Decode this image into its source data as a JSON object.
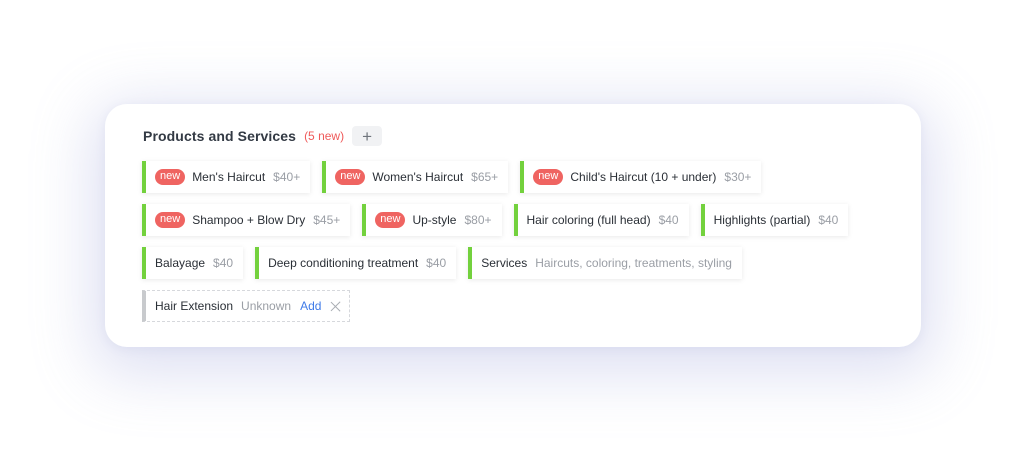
{
  "section": {
    "title": "Products and Services",
    "new_count": "(5 new)",
    "add_icon": "+"
  },
  "badge_label": "new",
  "accent_green": "#73d13d",
  "accent_red": "#ef6461",
  "link_blue": "#3f7be8",
  "items": [
    {
      "name": "Men's Haircut",
      "price": "$40+",
      "is_new": true
    },
    {
      "name": "Women's Haircut",
      "price": "$65+",
      "is_new": true
    },
    {
      "name": "Child's Haircut (10 + under)",
      "price": "$30+",
      "is_new": true
    },
    {
      "name": "Shampoo + Blow Dry",
      "price": "$45+",
      "is_new": true
    },
    {
      "name": "Up-style",
      "price": "$80+",
      "is_new": true
    },
    {
      "name": "Hair coloring (full head)",
      "price": "$40",
      "is_new": false
    },
    {
      "name": "Highlights (partial)",
      "price": "$40",
      "is_new": false
    },
    {
      "name": "Balayage",
      "price": "$40",
      "is_new": false
    },
    {
      "name": "Deep conditioning treatment",
      "price": "$40",
      "is_new": false
    },
    {
      "name": "Services",
      "price": "Haircuts, coloring, treatments, styling",
      "is_new": false
    }
  ],
  "pending_item": {
    "name": "Hair Extension",
    "price": "Unknown",
    "add_label": "Add",
    "dismiss_icon": "close-icon"
  }
}
